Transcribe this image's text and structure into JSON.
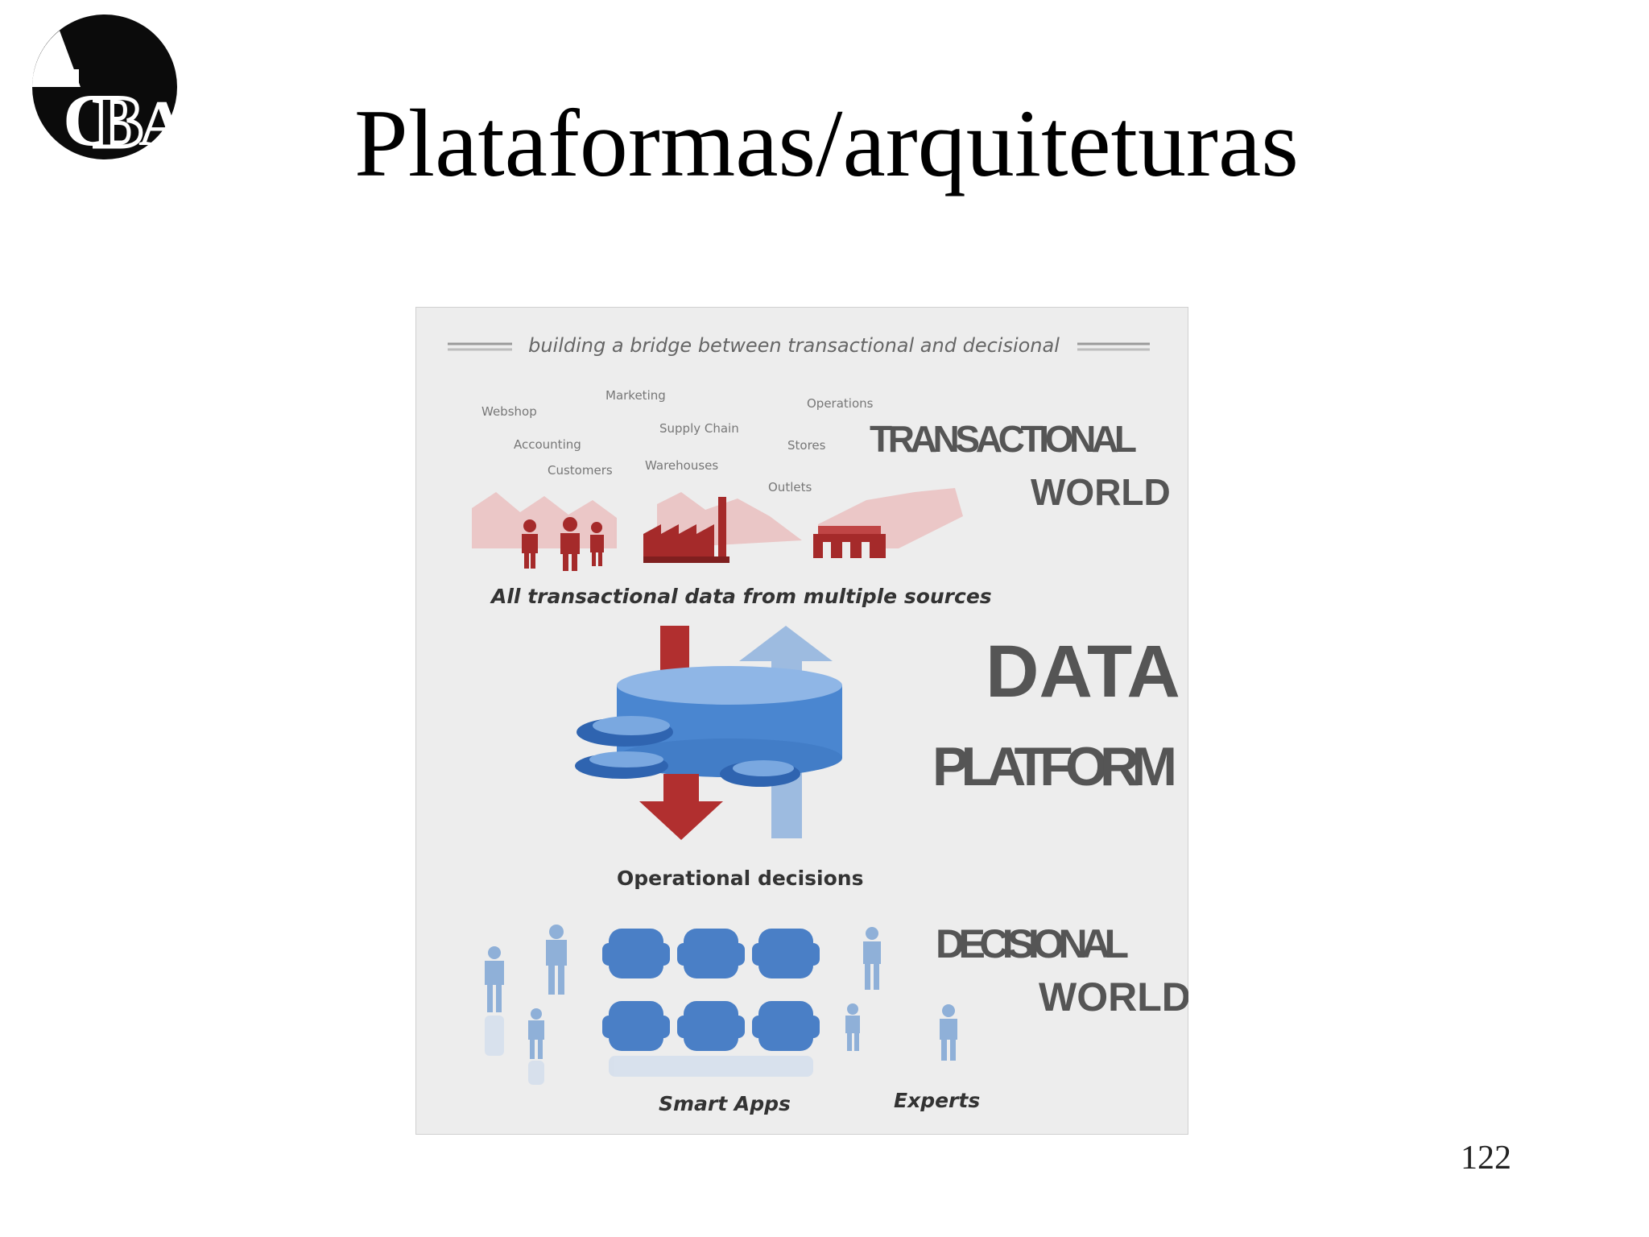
{
  "slide": {
    "title": "Plataformas/arquiteturas",
    "page_number": "122",
    "logo_text": "CBA"
  },
  "diagram": {
    "header": "building a bridge between transactional and decisional",
    "sources": [
      "Webshop",
      "Marketing",
      "Supply Chain",
      "Operations",
      "Accounting",
      "Customers",
      "Warehouses",
      "Stores",
      "Outlets"
    ],
    "transactional_label": {
      "line1": "TRANSACTIONAL",
      "line2": "WORLD"
    },
    "transactional_caption": "All transactional data from multiple sources",
    "platform_label": {
      "line1": "DATA",
      "line2": "PLATFORM"
    },
    "operational_caption": "Operational decisions",
    "decisional_label": {
      "line1": "DECISIONAL",
      "line2": "WORLD"
    },
    "smart_apps_label": "Smart Apps",
    "experts_label": "Experts",
    "colors": {
      "background": "#eeeeee",
      "transactional_red": "#a52a2a",
      "platform_blue": "#3f7fcf",
      "light_blue": "#9dbbe0",
      "label_gray": "#555555"
    }
  }
}
